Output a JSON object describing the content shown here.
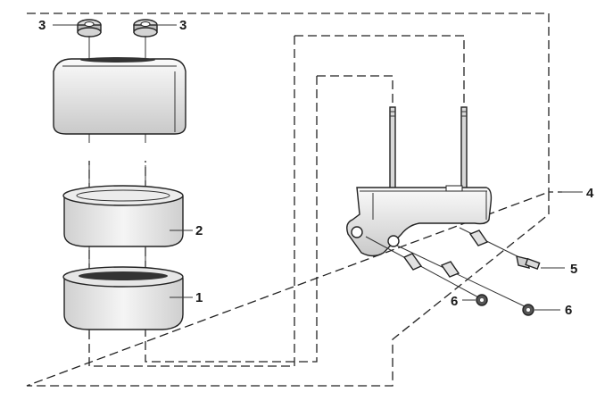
{
  "callouts": {
    "nut_left": "3",
    "nut_right": "3",
    "seat_frame": "4",
    "spacer": "2",
    "lower_holder": "1",
    "bolt": "5",
    "nut_small_a": "6",
    "nut_small_b": "6"
  },
  "colors": {
    "line": "#222222",
    "part_fill": "#f2f2f2",
    "part_shade": "#c8c8c8",
    "background": "#ffffff"
  }
}
